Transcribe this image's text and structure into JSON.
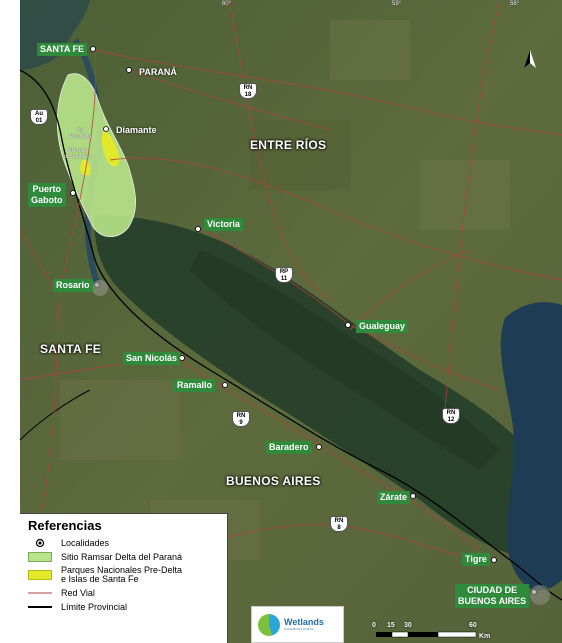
{
  "map": {
    "coords_top": [
      "60°",
      "59°",
      "58°"
    ],
    "region_labels": {
      "entre_rios": "ENTRE RÍOS",
      "santa_fe": "SANTA FE",
      "buenos_aires": "BUENOS AIRES"
    },
    "cities": {
      "santa_fe": "SANTA FE",
      "parana": "PARANÁ",
      "diamante": "Diamante",
      "puerto_gaboto": "Puerto\nGaboto",
      "victoria": "Victoria",
      "rosario": "Rosario",
      "gualeguay": "Gualeguay",
      "san_nicolas": "San Nicolás",
      "ramallo": "Ramallo",
      "baradero": "Baradero",
      "zarate": "Zárate",
      "tigre": "Tigre",
      "buenos_aires": "CIUDAD DE\nBUENOS AIRES"
    },
    "roads": {
      "rn18": [
        "RN",
        "18"
      ],
      "au01": [
        "Au",
        "01"
      ],
      "rp11": [
        "RP",
        "11"
      ],
      "rn9": [
        "RN",
        "9"
      ],
      "rn12": [
        "RN",
        "12"
      ],
      "rn8": [
        "RN",
        "8"
      ]
    },
    "park_labels": {
      "pn_predelta": "PN\nPre-Delta",
      "pn_islas": "PN Islas\nde Santa Fe"
    },
    "colors": {
      "ramsar": "#b9e58a",
      "parques": "#e2e82a",
      "road": "#b04040",
      "city_label": "#2f8a3c"
    }
  },
  "legend": {
    "title": "Referencias",
    "items": [
      {
        "label": "Localidades"
      },
      {
        "label": "Sitio Ramsar Delta del Paraná"
      },
      {
        "label": "Parques Nacionales Pre-Delta\ne Islas de Santa Fe"
      },
      {
        "label": "Red Vial"
      },
      {
        "label": "Límite Provincial"
      }
    ]
  },
  "logo": {
    "name": "Wetlands",
    "sub": "INTERNATIONAL"
  },
  "scale": {
    "ticks": [
      "0",
      "15",
      "30",
      "60"
    ],
    "unit": "Km"
  }
}
